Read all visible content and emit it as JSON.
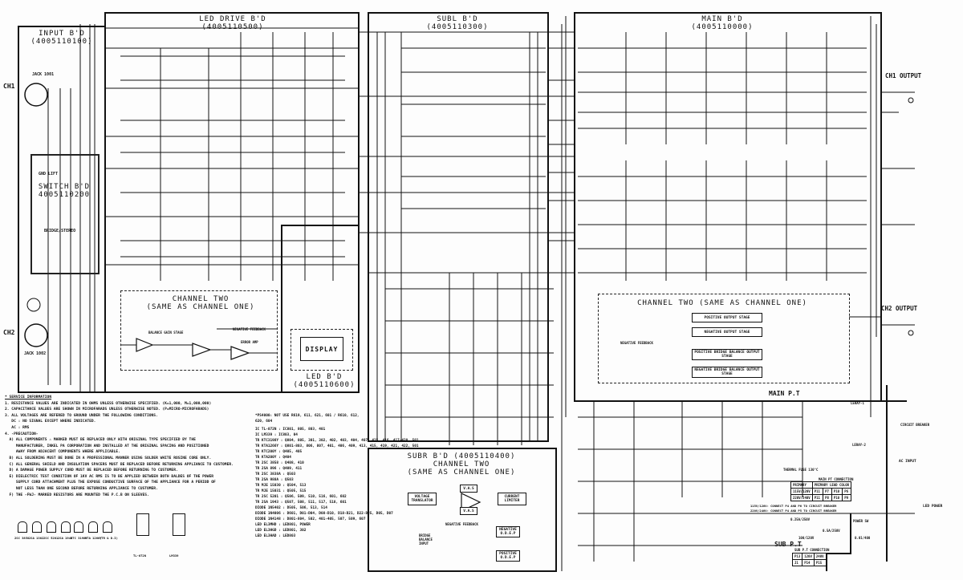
{
  "boards": {
    "input": {
      "title": "INPUT B'D",
      "code": "(4005110100)"
    },
    "switch": {
      "title": "SWITCH B'D",
      "code": "4005110200"
    },
    "led_drive": {
      "title": "LED DRIVE B'D",
      "code": "(4005110500)"
    },
    "led": {
      "title": "LED B'D",
      "code": "(4005110600)",
      "display": "DISPLAY"
    },
    "subl": {
      "title": "SUBL B'D",
      "code": "(4005110300)"
    },
    "subr": {
      "title": "SUBR B'D (4005110400)",
      "channel_two": "CHANNEL TWO",
      "same_as": "(SAME AS CHANNEL ONE)"
    },
    "main": {
      "title": "MAIN B'D",
      "code": "(4005110000)"
    },
    "main_pt": {
      "title": "MAIN P.T",
      "thermal_fuse": "THERMAL FUSE 130°C",
      "connection": "MAIN PT CONNECTION"
    },
    "sub_pt": {
      "title": "SUB P.T",
      "connection": "SUB P.T CONNECTION"
    }
  },
  "labels": {
    "ch1": "CH1",
    "ch2": "CH2",
    "ch1_output": "CH1 OUTPUT",
    "ch2_output": "CH2 OUTPUT",
    "gnd_lift": "GND LIFT",
    "bridge_stereo": "BRIDGE/STEREO",
    "jack_1": "JACK 1001",
    "jack_2": "JACK 1002",
    "led_power": "LED POWER",
    "ac_input": "AC INPUT",
    "power_sw": "POWER SW",
    "circuit_breaker": "CIRCUIT BREAKER",
    "lefay_1": "LERAY-1",
    "lefay_2": "LERAY-2"
  },
  "channel_two_led": {
    "title": "CHANNEL TWO",
    "subtitle": "(SAME AS CHANNEL ONE)",
    "balance_gain_stage": "BALANCE GAIN STAGE",
    "negative_feedback": "NEGATIVE FEEDBACK",
    "error_amp": "ERROR AMP"
  },
  "channel_two_main": {
    "title": "CHANNEL TWO (SAME AS CHANNEL ONE)",
    "stages": [
      "POSITIVE OUTPUT STAGE",
      "NEGATIVE OUTPUT STAGE",
      "POSITIVE BRIDGE BALANCE OUTPUT STAGE",
      "NEGATIVE BRIDGE BALANCE OUTPUT STAGE"
    ],
    "negative_feedback": "NEGATIVE FEEDBACK"
  },
  "subr_blocks": {
    "voltage_translator": "VOLTAGE TRANSLATOR",
    "vas1": "V.A.S",
    "vas2": "V.A.S",
    "current_limiter": "CURRENT LIMITER",
    "negative_feedback": "NEGATIVE FEEDBACK",
    "negative_odep": "NEGATIVE O.D.E.P",
    "positive_odep": "POSITIVE O.D.E.P",
    "bridge_balance_input": "BRIDGE BALANCE INPUT"
  },
  "service_info": {
    "title": "* SERVICE INFORMATION",
    "items": [
      "1. RESISTANCE VALUES ARE INDICATED IN OHMS UNLESS OTHERWISE SPECIFIED. (K=1,000, M=1,000,000)",
      "2. CAPACITANCE VALUES ARE SHOWN IN MICROFARADS UNLESS OTHERWISE NOTED. (P=MICRO-MICROFARADS)",
      "3. ALL VOLTAGES ARE REFERED TO GROUND UNDER THE FOLLOWING CONDITIONS.",
      "   DC : NO SIGNAL EXCEPT WHERE INDICATED.",
      "   AC : RMS",
      "4. -PRECAUTION-",
      "  A) ALL COMPONENTS ⚠ MARKED MUST BE REPLACED ONLY WITH ORIGINAL TYPE SPECIFIED BY THE",
      "     MANUFACTURER, INKEL PA CORPORATION AND INSTALLED AT THE ORIGINAL SPACING AND POSITIONED",
      "     AWAY FROM ADJACENT COMPONENTS WHERE APPLICABLE.",
      "  B) ALL SOLDERING MUST BE DONE IN A PROFESSIONAL MANNER USING SOLDER WHITE ROSINE CORE ONLY.",
      "  C) ALL GENERAL SHIELD AND INSULATION SPACERS MUST BE REPLACED BEFORE RETURNING APPLIANCE TO CUSTOMER.",
      "  D) A DAMAGE POWER SUPPLY CORD MUST BE REPLACED BEFORE RETURNING TO CUSTOMER.",
      "  E) DIELECTRIC TEST CONDITION OF 1KV AC RMS IS TO BE APPLIED BETWEEN BOTH BALDES OF THE POWER",
      "     SUPPLY CORD ATTACHMENT PLUS THE EXPOSE CONDUCTIVE SURFACE OF THE APPLIANCE FOR A PERIOD OF",
      "     NOT LESS THAN ONE SECOND BEFORE RETURNING APPLIANCE TO CUSTOMER.",
      "  F) THE -FWJ- MARKED RESISTORS ARE MOUNTED THE P.C.B ON SLEEVES."
    ]
  },
  "parts_legend": {
    "note": "*PS4000: NOT USE R619, 611, 621, 601 / R610, 612, 620, 604",
    "rows": [
      "IC TL-072N : IC801, 805, 803, 401",
      "IC LM339 : IC803, 04",
      "TR KTC3198Y : Q804, 805, 301, 302, 402, 403, 404, 407, 415, 416, 417-420, 501",
      "TR KTA1266Y : Q801-803, 806, 807, 401, 406, 409, 413, 415, 419, 421, 422, 501",
      "TR KTC200Y : Q405, 405",
      "TR KTA200Y : Q404",
      "TR 2SC 3858 : Q408, 410",
      "TR 2SA 896 : Q409, 411",
      "TR 2SC 3838A : Q503",
      "TR 2SA 988A : Q503",
      "TR MJE 15030 : Q504, 513",
      "TR MJE 15031 : Q505, 515",
      "TR 2SC 5201 : Q506, 509, 510, 516, 601, 602",
      "TR 2SA 1943 : Q507, 508, 511, 517, 518, 601",
      "DIODE 1N5402 : D505, 506, 513, 514",
      "DIODE 1N4006 : D601, D01-D04, D08-D10, D18-D21, D22-D25, D05, D07",
      "DIODE 1N4148 : D801-804, 502, 401-405, 507, 509, 607",
      "LED EL3MHD : LED801, POWER",
      "LED EL3HGD : LED801, 302",
      "LED EL3HAD : LED803"
    ]
  },
  "packages": [
    "2SC 3858",
    "2SA 1302",
    "2SC 5201",
    "2SA 1943",
    "KTC 3198Y",
    "KTA 1266Y",
    "(TR & D.I)",
    "TL-072N",
    "LM339"
  ],
  "pt_table": {
    "header": [
      "PRIMARY",
      "PRIMARY LEAD COLOR"
    ],
    "rows": [
      [
        "115V/120V",
        "P11",
        "P7",
        "P10",
        "P6"
      ],
      [
        "220V/240V",
        "P11",
        "P8",
        "P10",
        "P9"
      ]
    ],
    "connect_1": "115V/120V: CONNECT P4 AND P6 TO CIRCUIT BREAKER",
    "connect_2": "220V/240V: CONNECT P4 AND P5 TO CIRCUIT BREAKER",
    "fuse_1": "0.25A/250V",
    "fuse_2": "0.5A/250V",
    "cap": "0.01/400",
    "volt": "100/120V"
  },
  "sub_pt_table": {
    "rows": [
      [
        "P13",
        "120V",
        "240V"
      ],
      [
        "J1",
        "P14",
        "P15"
      ]
    ]
  }
}
